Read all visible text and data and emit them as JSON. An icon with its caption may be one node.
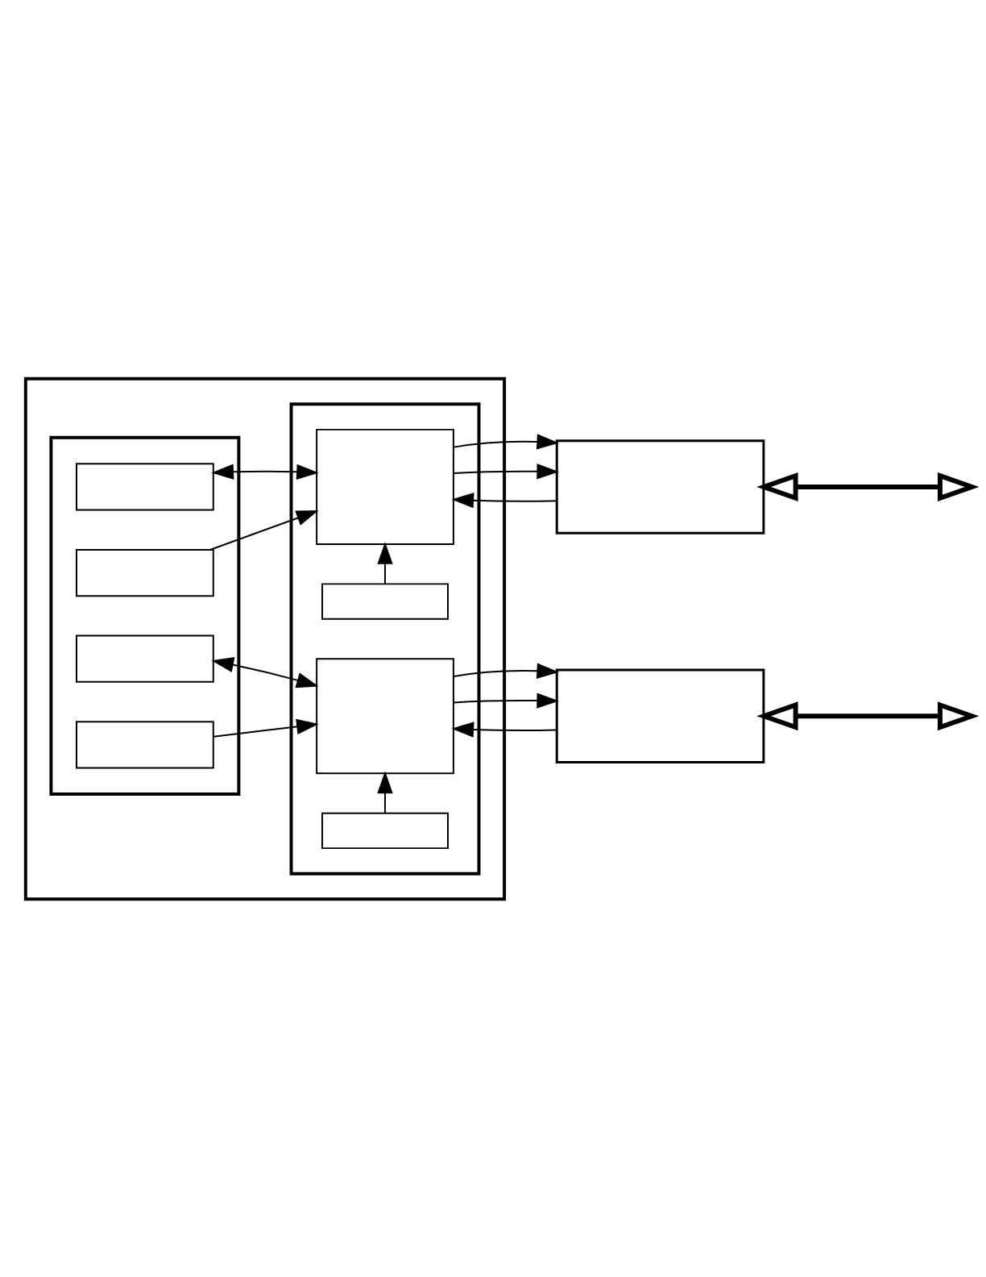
{
  "diagram": {
    "nodes": [
      {
        "text": [],
        "shape": "box"
      },
      {
        "text": [],
        "shape": "box",
        "in": 0
      },
      {
        "text": [],
        "shape": "box",
        "in": 0
      },
      {
        "text": [],
        "shape": "box",
        "in": 1
      },
      {
        "text": [],
        "shape": "box",
        "in": 1
      },
      {
        "text": [],
        "shape": "box",
        "in": 1
      },
      {
        "text": [],
        "shape": "box",
        "in": 1
      },
      {
        "text": [],
        "shape": "box",
        "in": 2
      },
      {
        "text": [],
        "shape": "box",
        "in": 2
      },
      {
        "text": [],
        "shape": "box",
        "in": 2
      },
      {
        "text": [],
        "shape": "box",
        "in": 2
      },
      {
        "text": [],
        "shape": "box"
      },
      {
        "text": [],
        "shape": "box"
      }
    ],
    "edges": [
      {
        "from": 3,
        "to": 7,
        "arrow": "both"
      },
      {
        "from": 4,
        "to": 7,
        "arrow": "to"
      },
      {
        "from": 11,
        "to": 7,
        "arrow": "to"
      },
      {
        "from": 7,
        "to": 11,
        "arrow": "to"
      },
      {
        "from": 7,
        "to": 11,
        "arrow": "to"
      },
      {
        "from": 8,
        "to": 7,
        "arrow": "to"
      },
      {
        "from": 11,
        "to": null,
        "arrow": "both",
        "style": "thick"
      },
      {
        "from": 5,
        "to": 9,
        "arrow": "both"
      },
      {
        "from": 6,
        "to": 9,
        "arrow": "to"
      },
      {
        "from": 12,
        "to": 9,
        "arrow": "to"
      },
      {
        "from": 9,
        "to": 12,
        "arrow": "to"
      },
      {
        "from": 9,
        "to": 12,
        "arrow": "to"
      },
      {
        "from": 10,
        "to": 9,
        "arrow": "to"
      },
      {
        "from": 12,
        "to": null,
        "arrow": "both",
        "style": "thick"
      }
    ]
  }
}
